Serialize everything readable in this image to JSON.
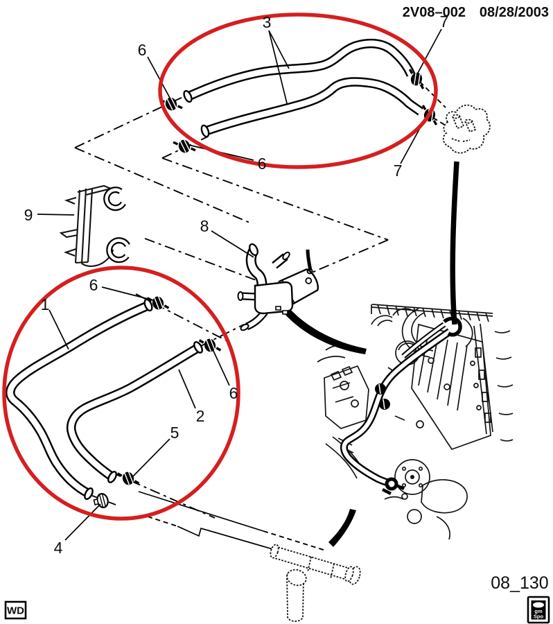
{
  "header": {
    "drawing_number": "2V08–002",
    "date": "08/28/2003"
  },
  "footer": {
    "figure_code": "08_130",
    "corner_label": "WD",
    "logo_text_top": "gm",
    "logo_text_bottom": "Spo"
  },
  "colors": {
    "highlight_red": "#d51f1f",
    "ink": "#000000",
    "paper": "#ffffff"
  },
  "callouts": [
    {
      "label": "3"
    },
    {
      "label": "6"
    },
    {
      "label": "7"
    },
    {
      "label": "7"
    },
    {
      "label": "9"
    },
    {
      "label": "8"
    },
    {
      "label": "6"
    },
    {
      "label": "1"
    },
    {
      "label": "6"
    },
    {
      "label": "6"
    },
    {
      "label": "2"
    },
    {
      "label": "5"
    },
    {
      "label": "4"
    }
  ]
}
